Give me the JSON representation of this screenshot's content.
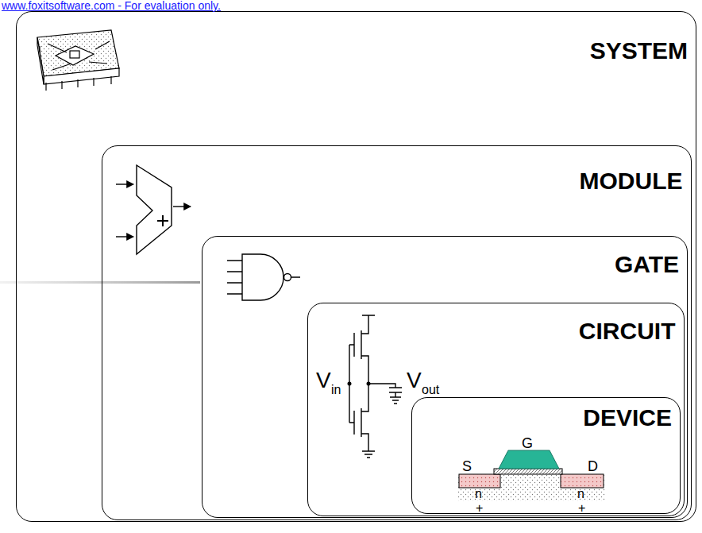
{
  "diagram": {
    "nodes": [
      {
        "text": [
          "SYSTEM"
        ]
      },
      {
        "text": [
          "MODULE"
        ],
        "in": 0
      },
      {
        "text": [
          "GATE"
        ],
        "in": 1
      },
      {
        "text": [
          "CIRCUIT"
        ],
        "in": 2
      },
      {
        "text": [
          "DEVICE"
        ],
        "in": 3
      }
    ],
    "labels": [
      "www.foxitsoftware.com - For evaluation only.",
      "V",
      "in",
      "V",
      "out",
      "G",
      "S",
      "D",
      "n",
      "+",
      "n",
      "+"
    ]
  }
}
